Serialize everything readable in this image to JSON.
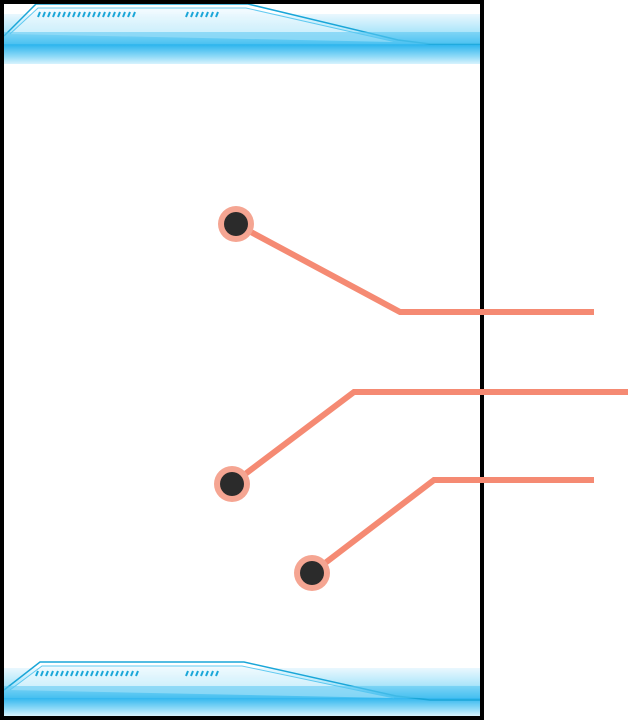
{
  "colors": {
    "frame_border": "#000000",
    "panel_background": "#ffffff",
    "band_light": "#c5eefb",
    "band_bright": "#2fb6ee",
    "band_line": "#1aa6d8",
    "hatch": "#1aa6d8",
    "callout_line": "#f58a73",
    "marker_ring": "#f5a592",
    "marker_dot": "#2b2b2b"
  },
  "decorations": {
    "top_band": "tech-header-band",
    "bottom_band": "tech-footer-band"
  },
  "callouts": [
    {
      "id": "callout-1",
      "marker": "marker-dot-icon"
    },
    {
      "id": "callout-2",
      "marker": "marker-dot-icon"
    },
    {
      "id": "callout-3",
      "marker": "marker-dot-icon"
    }
  ]
}
